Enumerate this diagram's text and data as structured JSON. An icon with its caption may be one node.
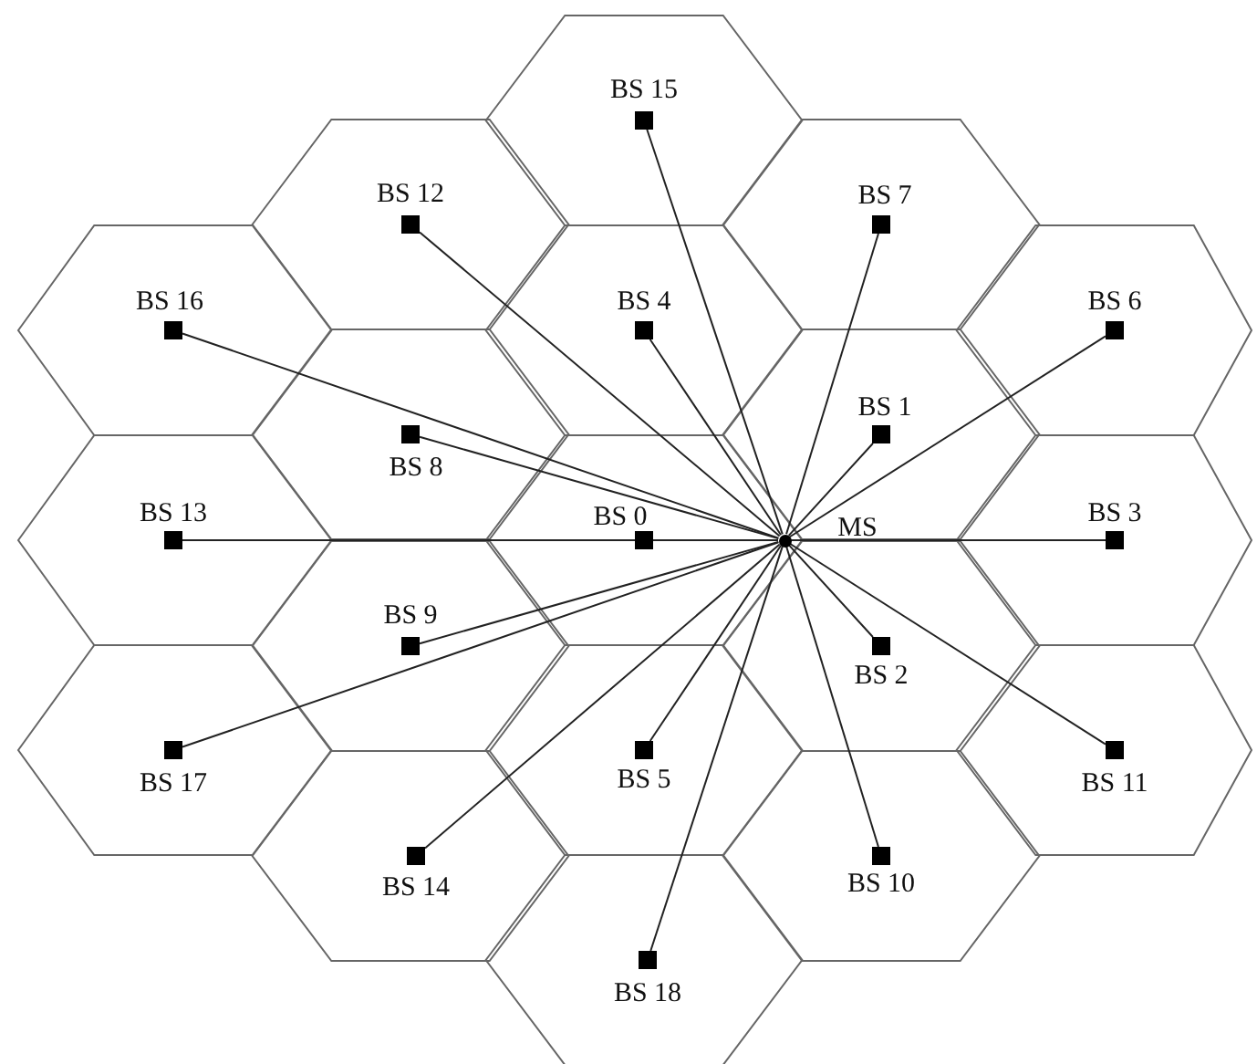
{
  "diagram": {
    "nodes": [
      {
        "text": [
          "BS 15"
        ]
      },
      {
        "text": [
          "BS 12"
        ]
      },
      {
        "text": [
          "BS 7"
        ]
      },
      {
        "text": [
          "BS 16"
        ]
      },
      {
        "text": [
          "BS 4"
        ]
      },
      {
        "text": [
          "BS 6"
        ]
      },
      {
        "text": [
          "BS 1"
        ]
      },
      {
        "text": [
          "BS 8"
        ]
      },
      {
        "text": [
          "BS 13"
        ]
      },
      {
        "text": [
          "BS 0"
        ]
      },
      {
        "text": [
          "MS"
        ]
      },
      {
        "text": [
          "BS 3"
        ]
      },
      {
        "text": [
          "BS 9"
        ]
      },
      {
        "text": [
          "BS 2"
        ]
      },
      {
        "text": [
          "BS 17"
        ]
      },
      {
        "text": [
          "BS 5"
        ]
      },
      {
        "text": [
          "BS 11"
        ]
      },
      {
        "text": [
          "BS 14"
        ]
      },
      {
        "text": [
          "BS 10"
        ]
      },
      {
        "text": [
          "BS 18"
        ]
      }
    ],
    "edges": [
      {
        "from": 10,
        "to": 0,
        "arrow": "none"
      },
      {
        "from": 10,
        "to": 1,
        "arrow": "none"
      },
      {
        "from": 10,
        "to": 2,
        "arrow": "none"
      },
      {
        "from": 10,
        "to": 3,
        "arrow": "none"
      },
      {
        "from": 10,
        "to": 4,
        "arrow": "none"
      },
      {
        "from": 10,
        "to": 5,
        "arrow": "none"
      },
      {
        "from": 10,
        "to": 6,
        "arrow": "none"
      },
      {
        "from": 10,
        "to": 7,
        "arrow": "none"
      },
      {
        "from": 10,
        "to": 8,
        "arrow": "none"
      },
      {
        "from": 10,
        "to": 9,
        "arrow": "none"
      },
      {
        "from": 10,
        "to": 11,
        "arrow": "none"
      },
      {
        "from": 10,
        "to": 12,
        "arrow": "none"
      },
      {
        "from": 10,
        "to": 13,
        "arrow": "none"
      },
      {
        "from": 10,
        "to": 14,
        "arrow": "none"
      },
      {
        "from": 10,
        "to": 15,
        "arrow": "none"
      },
      {
        "from": 10,
        "to": 16,
        "arrow": "none"
      },
      {
        "from": 10,
        "to": 17,
        "arrow": "none"
      },
      {
        "from": 10,
        "to": 18,
        "arrow": "none"
      },
      {
        "from": 10,
        "to": 19,
        "arrow": "none"
      }
    ]
  }
}
